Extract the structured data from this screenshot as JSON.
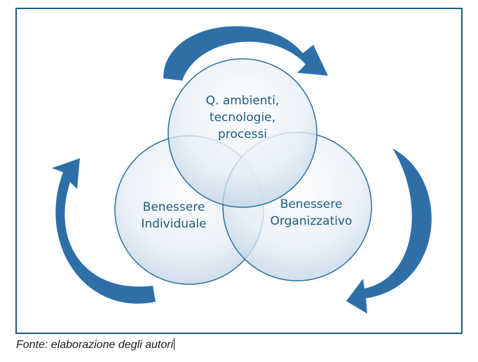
{
  "diagram": {
    "circles": [
      {
        "id": "top",
        "label_lines": [
          "Q. ambienti,",
          "tecnologie,",
          "processi"
        ]
      },
      {
        "id": "left",
        "label_lines": [
          "Benessere",
          "Individuale"
        ]
      },
      {
        "id": "right",
        "label_lines": [
          "Benessere",
          "Organizzativo"
        ]
      }
    ],
    "colors": {
      "frame": "#1f5a7e",
      "circle_stroke": "#2b6f9c",
      "arrow": "#2e6fa8",
      "text": "#1f5a7e"
    }
  },
  "caption": {
    "text": "Fonte: elaborazione degli autori"
  }
}
